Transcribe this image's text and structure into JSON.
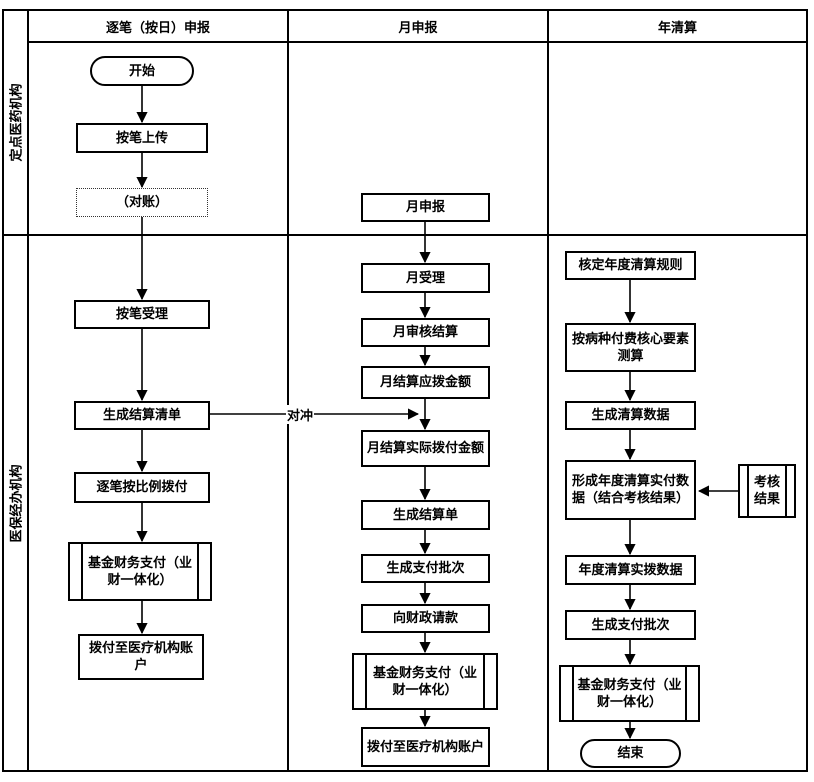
{
  "columns": {
    "daily": "逐笔（按日）申报",
    "monthly": "月申报",
    "annual": "年清算"
  },
  "lanes": {
    "institution": "定点医药机构",
    "agency": "医保经办机构"
  },
  "daily": {
    "start": "开始",
    "upload": "按笔上传",
    "reconcile": "（对账）",
    "accept": "按笔受理",
    "statement": "生成结算清单",
    "allocate": "逐笔按比例拨付",
    "fund_pay": "基金财务支付（业财一体化）",
    "to_account": "拨付至医疗机构账户"
  },
  "monthly": {
    "declare": "月申报",
    "accept": "月受理",
    "review": "月审核结算",
    "due": "月结算应拨金额",
    "actual": "月结算实际拨付金额",
    "statement": "生成结算单",
    "batch": "生成支付批次",
    "request": "向财政请款",
    "fund_pay": "基金财务支付（业财一体化）",
    "to_account": "拨付至医疗机构账户"
  },
  "annual": {
    "rules": "核定年度清算规则",
    "measure": "按病种付费核心要素测算",
    "data": "生成清算数据",
    "actual": "形成年度清算实付数据（结合考核结果）",
    "assess": "考核结果",
    "allot": "年度清算实拨数据",
    "batch": "生成支付批次",
    "fund_pay": "基金财务支付（业财一体化）",
    "end": "结束"
  },
  "edge_labels": {
    "offset": "对冲"
  }
}
